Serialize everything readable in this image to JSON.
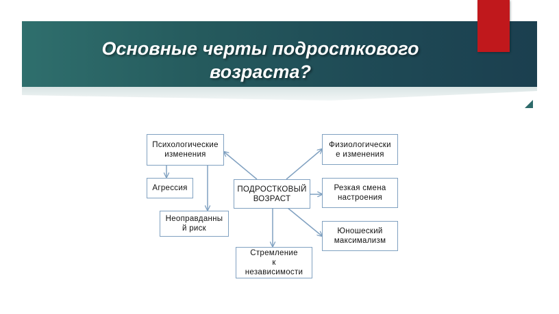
{
  "slide": {
    "title_line1": "Основные черты подросткового",
    "title_line2": "возраста?"
  },
  "diagram": {
    "center": "ПОДРОСТКОВЫЙ\nВОЗРАСТ",
    "psych": "Психологические\nизменения",
    "aggr": "Агрессия",
    "risk": "Неоправданны\nй  риск",
    "indep": "Стремление\nк\nнезависимости",
    "phys": "Физиологически\nе  изменения",
    "mood": "Резкая  смена\nнастроения",
    "max": "Юношеский\nмаксимализм"
  },
  "colors": {
    "banner": "#255a5d",
    "bookmark": "#c0181c",
    "box_border": "#7fa0c0",
    "arrow": "#7fa0c0"
  }
}
